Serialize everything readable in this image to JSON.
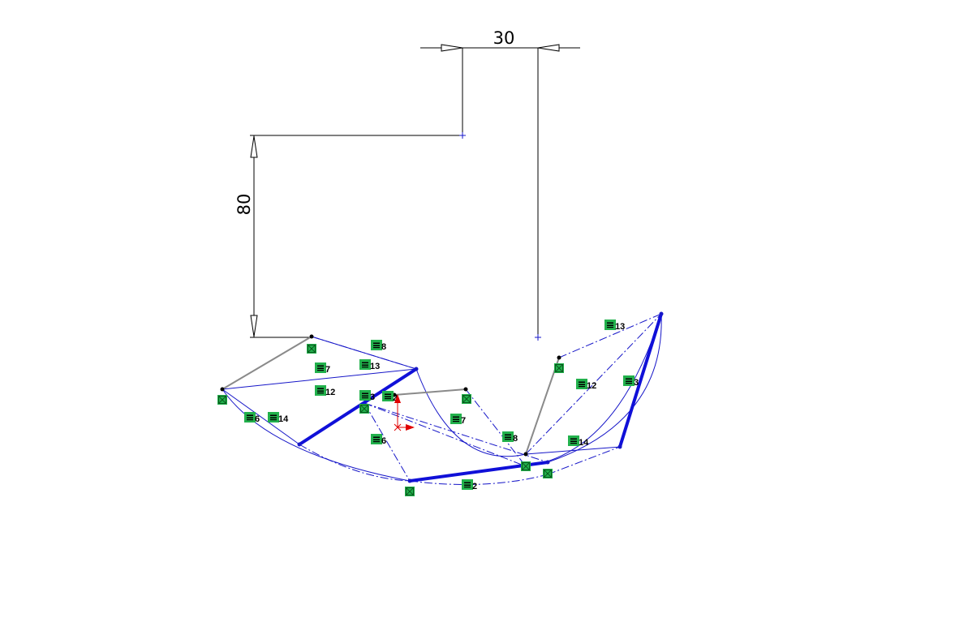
{
  "dimensions": {
    "horizontal": "30",
    "vertical": "80"
  },
  "relations": [
    {
      "id": "r1",
      "text": "8"
    },
    {
      "id": "r2",
      "text": "7"
    },
    {
      "id": "r3",
      "text": "13"
    },
    {
      "id": "r4",
      "text": "12"
    },
    {
      "id": "r5",
      "text": "3"
    },
    {
      "id": "r6",
      "text": "2"
    },
    {
      "id": "r7",
      "text": "6"
    },
    {
      "id": "r8",
      "text": "14"
    },
    {
      "id": "r9",
      "text": "6"
    },
    {
      "id": "r10",
      "text": "7"
    },
    {
      "id": "r11",
      "text": "8"
    },
    {
      "id": "r12",
      "text": "2"
    },
    {
      "id": "r13",
      "text": "13"
    },
    {
      "id": "r14",
      "text": "12"
    },
    {
      "id": "r15",
      "text": "3"
    },
    {
      "id": "r16",
      "text": "14"
    }
  ],
  "colors": {
    "sketch_blue": "#1616c8",
    "thick_blue": "#1010d8",
    "relation_green": "#22b14c",
    "fixed_gray": "#8a8a8a",
    "origin_red": "#e00000"
  },
  "icons": {
    "relation": "equal-relation-icon",
    "fixed": "fixed-relation-icon",
    "origin": "sketch-origin-icon"
  }
}
